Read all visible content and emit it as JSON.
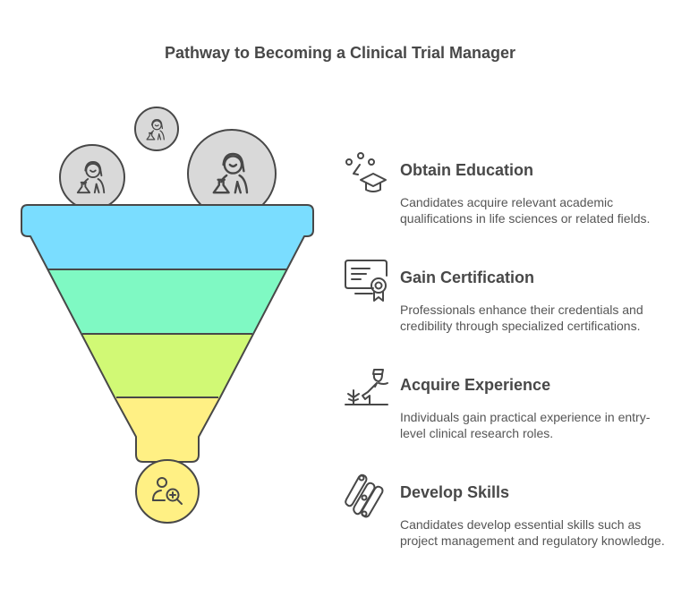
{
  "title": "Pathway to Becoming a Clinical Trial Manager",
  "colors": {
    "stroke": "#484848",
    "band1": "#7ADDFF",
    "band2": "#7FF9C3",
    "band3": "#D1F975",
    "band4": "#FFF084",
    "input_circle": "#D9D9D9",
    "text_heading": "#484848",
    "text_body": "#555555"
  },
  "funnel": {
    "inputs": [
      {
        "icon": "scientist-icon",
        "label": "scientist"
      },
      {
        "icon": "scientist-icon",
        "label": "scientist"
      },
      {
        "icon": "scientist-icon",
        "label": "scientist"
      }
    ],
    "output_icon": "user-search-add-icon"
  },
  "steps": [
    {
      "icon": "education-graduation-cap-icon",
      "heading": "Obtain Education",
      "description": "Candidates acquire relevant academic qualifications in life sciences or related fields."
    },
    {
      "icon": "certificate-icon",
      "heading": "Gain Certification",
      "description": "Professionals enhance their credentials and credibility through specialized certifications."
    },
    {
      "icon": "fieldwork-experience-icon",
      "heading": "Acquire Experience",
      "description": "Individuals gain practical experience in entry-level clinical research roles."
    },
    {
      "icon": "skills-links-icon",
      "heading": "Develop Skills",
      "description": "Candidates develop essential skills such as project management and regulatory knowledge."
    }
  ]
}
